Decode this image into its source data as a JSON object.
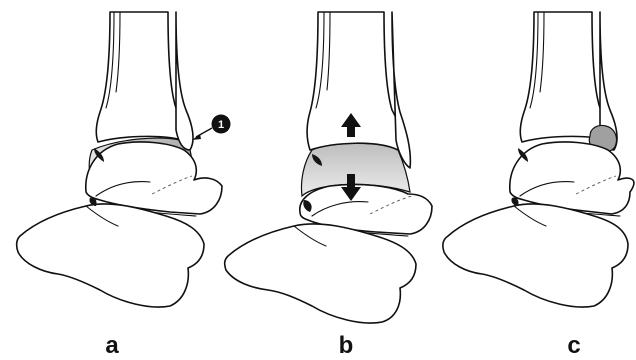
{
  "panels": [
    {
      "label": "a"
    },
    {
      "label": "b"
    },
    {
      "label": "c"
    }
  ],
  "annotations": {
    "marker_number": "1"
  },
  "icons": {
    "effusion_marker": "numbered-circle-icon",
    "arrow_up": "arrow-up-icon",
    "arrow_down": "arrow-down-icon"
  },
  "colors": {
    "outline": "#111111",
    "fluid_shading": "#a8a8a8",
    "fluid_light": "#e6e6e6",
    "background": "#ffffff"
  }
}
